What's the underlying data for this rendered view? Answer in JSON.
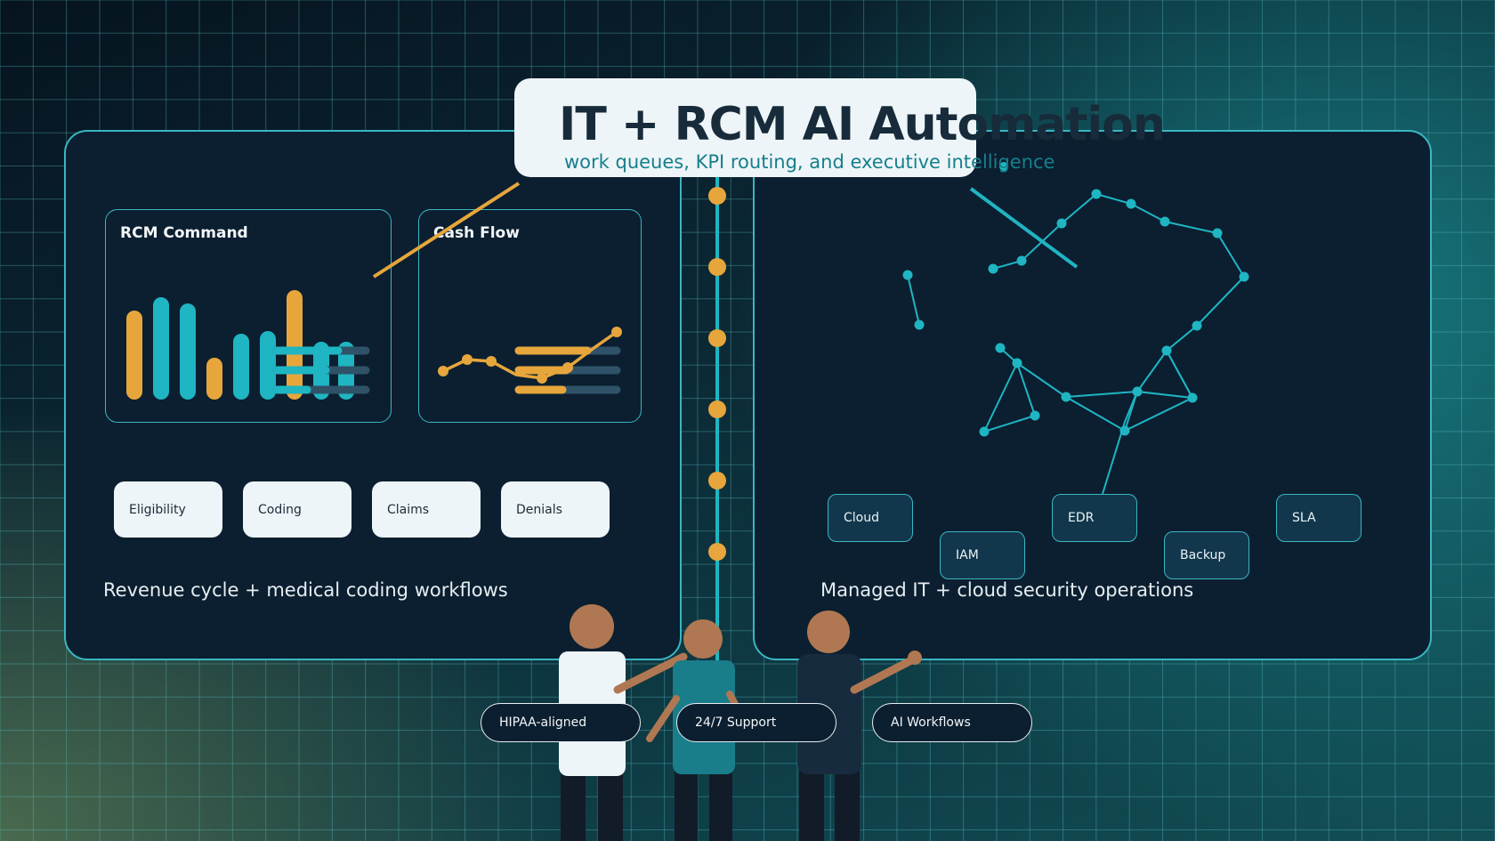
{
  "header": {
    "title": "IT + RCM AI Automation",
    "subtitle": "work queues, KPI routing, and executive intelligence"
  },
  "left_panel": {
    "caption": "Revenue cycle + medical coding workflows",
    "cards": [
      {
        "title": "RCM Command"
      },
      {
        "title": "Cash Flow"
      }
    ],
    "workflow_pills": [
      "Eligibility",
      "Coding",
      "Claims",
      "Denials"
    ]
  },
  "right_panel": {
    "caption": "Managed IT + cloud security operations",
    "service_tiles": [
      "Cloud",
      "IAM",
      "EDR",
      "Backup",
      "SLA"
    ]
  },
  "badges": [
    "HIPAA-aligned",
    "24/7 Support",
    "AI Workflows"
  ],
  "colors": {
    "accent_teal": "#1fb5c3",
    "accent_orange": "#e6a63c",
    "panel_navy": "#0b1f30",
    "light_card": "#eef5f8"
  }
}
